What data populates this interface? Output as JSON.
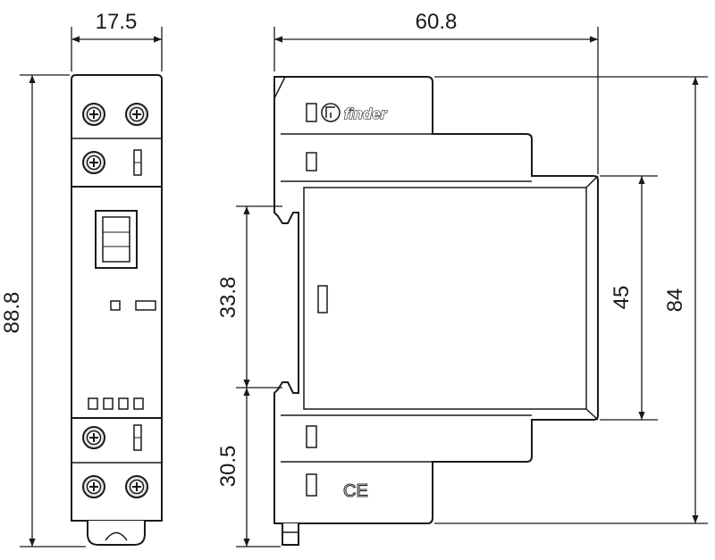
{
  "dimensions": {
    "front_width": "17.5",
    "front_height": "88.8",
    "side_depth": "60.8",
    "upper_height": "33.8",
    "lower_height": "30.5",
    "face_height": "45",
    "total_height": "84"
  },
  "branding": {
    "logo_text": "finder",
    "mark": "CE"
  },
  "colors": {
    "line": "#1a1a1a",
    "shading": "#e6e6e6",
    "background": "#ffffff"
  }
}
